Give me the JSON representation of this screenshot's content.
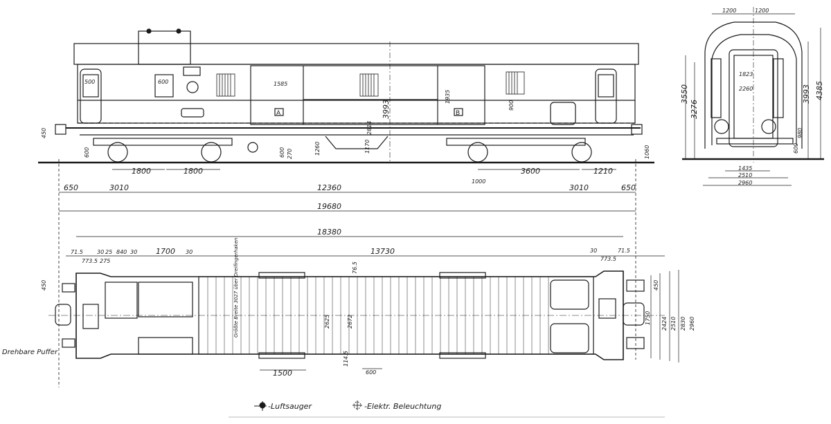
{
  "drawing": {
    "type": "Technical railway car drawing",
    "views": [
      "side-elevation",
      "end-elevation",
      "floor-plan"
    ]
  },
  "side_view": {
    "window_labels": [
      "500",
      "600"
    ],
    "compartment_markers": [
      "A",
      "B"
    ],
    "door_width": "1585",
    "door_height": "1935",
    "window_width_right": "900",
    "height_labels": {
      "buffer_height_left": "450",
      "step_height": "600",
      "step_height_mid": "600",
      "step_mid2": "270",
      "floor_height": "1260",
      "roof_center": "3993",
      "underframe_a": "2814",
      "underframe_b": "1170",
      "buffer_height_right": "1060"
    },
    "bogie_spacing_left": [
      "1800",
      "1800"
    ],
    "bogie_spacing_right": [
      "3600",
      "1210"
    ],
    "mid_offset": "1000"
  },
  "longitudinal_dims": {
    "row1": [
      "650",
      "3010",
      "12360",
      "3010",
      "650"
    ],
    "over_buffers": "19680",
    "over_body": "18380"
  },
  "end_view": {
    "top_widths": [
      "1200",
      "1200"
    ],
    "heights_left": [
      "3550",
      "3276"
    ],
    "heights_right": [
      "3993",
      "4385"
    ],
    "inner_labels": [
      "1823",
      "2260"
    ],
    "small_heights": [
      "980",
      "600"
    ],
    "bottom_widths": [
      "1435",
      "2510",
      "2960"
    ]
  },
  "plan_view": {
    "top_dims_left": [
      "71.5",
      "30",
      "25",
      "840",
      "30",
      "1700",
      "30"
    ],
    "top_dims_left_sub": [
      "773.5",
      "275"
    ],
    "interior_length": "13730",
    "top_dims_right": [
      "30",
      "71.5"
    ],
    "top_dims_right_sub": "773.5",
    "buffer_offset_left": "450",
    "annotation_vertical": "Größte Breite 3027 über Dreifingerhaken",
    "inner_widths": [
      "2625",
      "2672"
    ],
    "wall_thickness_top": "76.5",
    "wall_thickness_bottom": "114.5",
    "door_opening": "1500",
    "floor_hatch": "600",
    "buffer_spacing": "1750",
    "right_widths": [
      "2424",
      "2510",
      "2830",
      "2960"
    ],
    "buffer_offset_right": "450",
    "side_label": "Drehbare Puffer"
  },
  "legend": {
    "items": [
      {
        "icon": "ventilator-icon",
        "label": "-Luftsauger"
      },
      {
        "icon": "lamp-icon",
        "label": "-Elektr. Beleuchtung"
      }
    ]
  },
  "colors": {
    "ink": "#1a1a1a",
    "paper": "#ffffff"
  }
}
